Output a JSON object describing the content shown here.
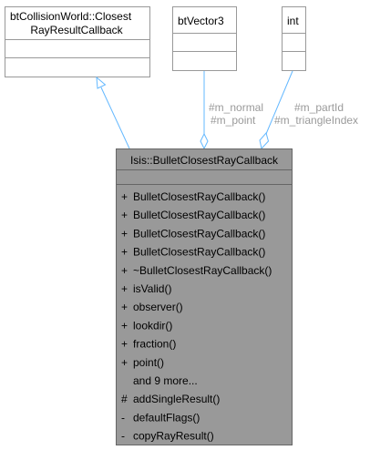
{
  "colors": {
    "edge": "#63b8ff",
    "box_border": "#999999",
    "main_fill": "#999999",
    "main_border": "#666666",
    "edge_label": "#9a9a9a",
    "text": "#000000"
  },
  "classes": {
    "base": {
      "name_line1": "btCollisionWorld::Closest",
      "name_line2": "RayResultCallback"
    },
    "vector": {
      "name": "btVector3"
    },
    "int_type": {
      "name": "int"
    },
    "main": {
      "name": "Isis::BulletClosestRayCallback",
      "public_methods": [
        {
          "vis": "+",
          "label": "BulletClosestRayCallback()"
        },
        {
          "vis": "+",
          "label": "BulletClosestRayCallback()"
        },
        {
          "vis": "+",
          "label": "BulletClosestRayCallback()"
        },
        {
          "vis": "+",
          "label": "BulletClosestRayCallback()"
        },
        {
          "vis": "+",
          "label": "~BulletClosestRayCallback()"
        },
        {
          "vis": "+",
          "label": "isValid()"
        },
        {
          "vis": "+",
          "label": "observer()"
        },
        {
          "vis": "+",
          "label": "lookdir()"
        },
        {
          "vis": "+",
          "label": "fraction()"
        },
        {
          "vis": "+",
          "label": "point()"
        }
      ],
      "more": "and 9 more...",
      "other_methods": [
        {
          "vis": "#",
          "label": "addSingleResult()"
        },
        {
          "vis": "-",
          "label": "defaultFlags()"
        },
        {
          "vis": "-",
          "label": "copyRayResult()"
        }
      ]
    }
  },
  "edges": {
    "vector_label1": "#m_normal",
    "vector_label2": "#m_point",
    "int_label1": "#m_partId",
    "int_label2": "#m_triangleIndex"
  }
}
